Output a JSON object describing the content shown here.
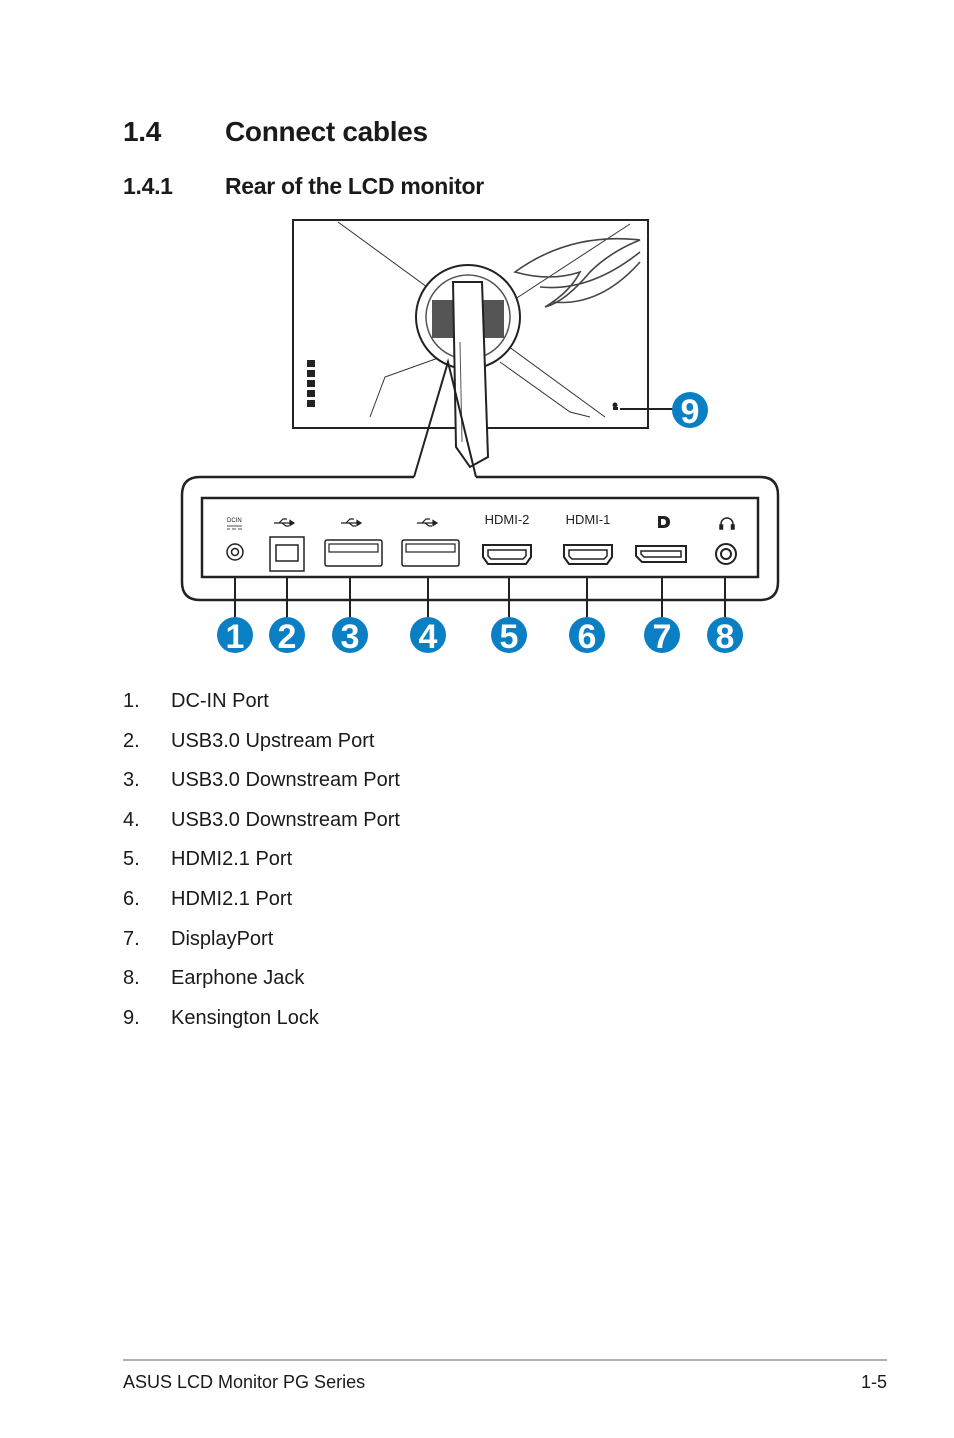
{
  "section": {
    "number": "1.4",
    "title": "Connect cables"
  },
  "subsection": {
    "number": "1.4.1",
    "title": "Rear of the LCD monitor"
  },
  "diagram": {
    "port_labels": {
      "dcin": "DCIN",
      "hdmi2": "HDMI-2",
      "hdmi1": "HDMI-1"
    },
    "icons": [
      "dc-in-icon",
      "usb-icon",
      "usb-icon",
      "usb-icon",
      "displayport-icon",
      "headphone-icon",
      "kensington-lock-icon"
    ],
    "callouts": [
      "1",
      "2",
      "3",
      "4",
      "5",
      "6",
      "7",
      "8",
      "9"
    ],
    "callout_color": "#0a7fc4"
  },
  "items": [
    {
      "num": "1.",
      "label": "DC-IN Port"
    },
    {
      "num": "2.",
      "label": "USB3.0 Upstream Port"
    },
    {
      "num": "3.",
      "label": "USB3.0 Downstream Port"
    },
    {
      "num": "4.",
      "label": "USB3.0 Downstream Port"
    },
    {
      "num": "5.",
      "label": "HDMI2.1 Port"
    },
    {
      "num": "6.",
      "label": "HDMI2.1 Port"
    },
    {
      "num": "7.",
      "label": "DisplayPort"
    },
    {
      "num": "8.",
      "label": "Earphone Jack"
    },
    {
      "num": "9.",
      "label": "Kensington Lock"
    }
  ],
  "footer": {
    "left": "ASUS LCD Monitor PG Series",
    "right": "1-5"
  }
}
